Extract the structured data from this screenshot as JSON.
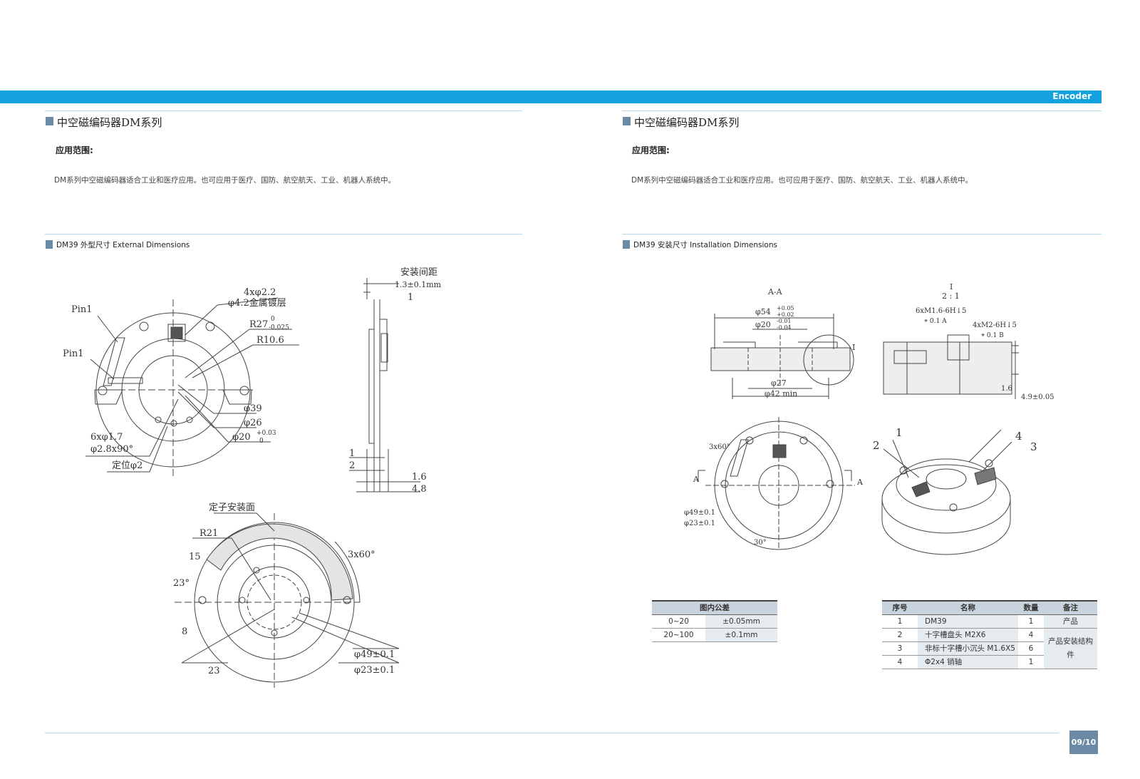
{
  "header": {
    "label": "Encoder"
  },
  "left": {
    "title": "中空磁编码器DM系列",
    "app_heading": "应用范围:",
    "app_text": "DM系列中空磁编码器适合工业和医疗应用。也可应用于医疗、国防、航空航天、工业、机器人系统中。",
    "dim_title": "DM39  外型尺寸 External Dimensions",
    "drawing": {
      "pin1_a": "Pin1",
      "pin1_b": "Pin1",
      "hole4": "4xφ2.2",
      "plating": "φ4.2金属镀层",
      "r27": "R27",
      "r27_tol_up": "0",
      "r27_tol_dn": "-0.025",
      "r106": "R10.6",
      "d39": "φ39",
      "d26": "φ26",
      "d20": "φ20",
      "d20_tol_up": "+0.03",
      "d20_tol_dn": "0",
      "holes6": "6xφ1.7",
      "chamfer": "φ2.8x90°",
      "locate": "定位φ2",
      "gap_label": "安装间距",
      "gap_val": "1.3±0.1mm",
      "side_1a": "1",
      "side_1b": "1",
      "side_2": "2",
      "side_16": "1.6",
      "side_48": "4.8",
      "stator_label": "定子安装面",
      "r21": "R21",
      "a15": "15",
      "a23": "23°",
      "a8": "8",
      "a3x60": "3x60°",
      "d23len": "23",
      "d49": "φ49±0.1",
      "d23": "φ23±0.1"
    }
  },
  "right": {
    "title": "中空磁编码器DM系列",
    "app_heading": "应用范围:",
    "app_text": "DM系列中空磁编码器适合工业和医疗应用。也可应用于医疗、国防、航空航天、工业、机器人系统中。",
    "dim_title": "DM39  安装尺寸 Installation Dimensions",
    "drawing": {
      "aa": "A-A",
      "d54": "φ54",
      "d54_up": "+0.05",
      "d54_dn": "+0.02",
      "d20": "φ20",
      "d20_up": "-0.01",
      "d20_dn": "-0.04",
      "d27": "φ27",
      "d42": "φ42 min",
      "mark_i": "I",
      "scale_top": "I",
      "scale": "2 : 1",
      "thread1": "6xM1.6-6H↓5",
      "gd1": "⌖ 0.1 A",
      "thread2": "4xM2-6H↓5",
      "gd2": "⌖ 0.1 B",
      "h16": "1.6",
      "h49": "4.9±0.05",
      "a3x60": "3x60°",
      "mark_a1": "A",
      "mark_a2": "A",
      "d49": "φ49±0.1",
      "d23": "φ23±0.1",
      "a30": "30°",
      "n1": "1",
      "n2": "2",
      "n3": "3",
      "n4": "4"
    },
    "tolerance": {
      "header": "图内公差",
      "rows": [
        {
          "range": "0~20",
          "value": "±0.05mm"
        },
        {
          "range": "20~100",
          "value": "±0.1mm"
        }
      ]
    },
    "parts": {
      "headers": [
        "序号",
        "名称",
        "数量",
        "备注"
      ],
      "rows": [
        {
          "no": "1",
          "name": "DM39",
          "qty": "1",
          "note": "产品"
        },
        {
          "no": "2",
          "name": "十字槽盘头 M2X6",
          "qty": "4",
          "note": "产品安装结构件"
        },
        {
          "no": "3",
          "name": "非标十字槽小沉头 M1.6X5",
          "qty": "6"
        },
        {
          "no": "4",
          "name": "Φ2x4 销轴",
          "qty": "1"
        }
      ]
    }
  },
  "footer": {
    "page": "09/10"
  }
}
